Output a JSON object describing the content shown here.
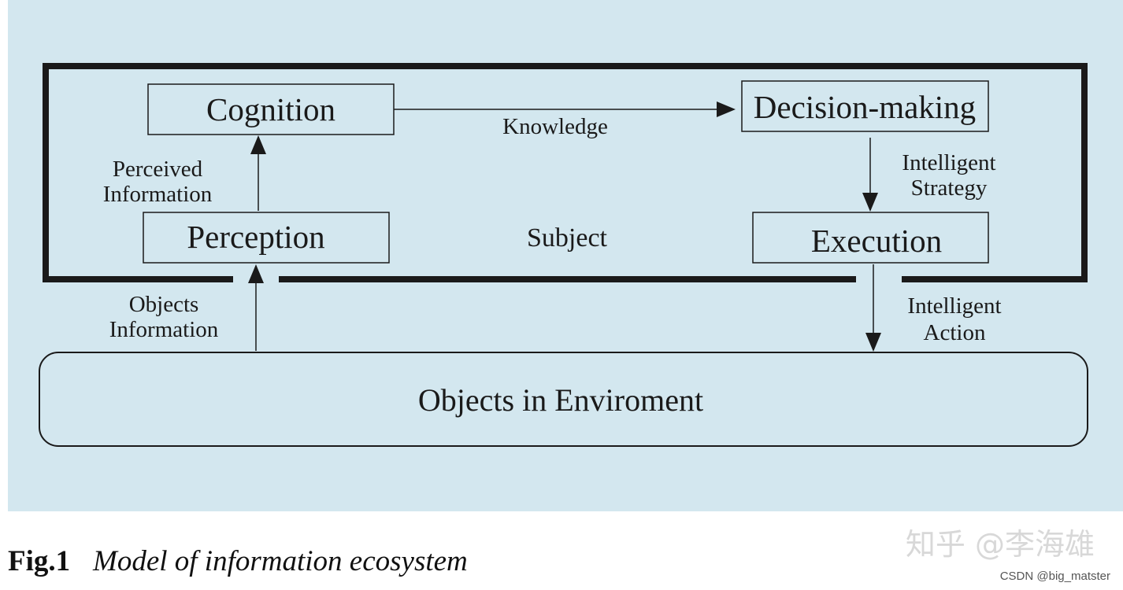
{
  "colors": {
    "panel_background": "#d3e7ef",
    "stroke": "#1a1a1a",
    "page_background": "#ffffff"
  },
  "nodes": {
    "cognition": "Cognition",
    "decision_making": "Decision-making",
    "perception": "Perception",
    "execution": "Execution",
    "subject": "Subject",
    "environment": "Objects in Enviroment"
  },
  "edges": {
    "knowledge": "Knowledge",
    "perceived_information": [
      "Perceived",
      "Information"
    ],
    "intelligent_strategy": [
      "Intelligent",
      "Strategy"
    ],
    "objects_information": [
      "Objects",
      "Information"
    ],
    "intelligent_action": [
      "Intelligent",
      "Action"
    ]
  },
  "caption": {
    "figure_number": "Fig.1",
    "title": "Model of information ecosystem"
  },
  "watermark": {
    "zhihu": "知乎 @李海雄",
    "csdn": "CSDN @big_matster"
  }
}
